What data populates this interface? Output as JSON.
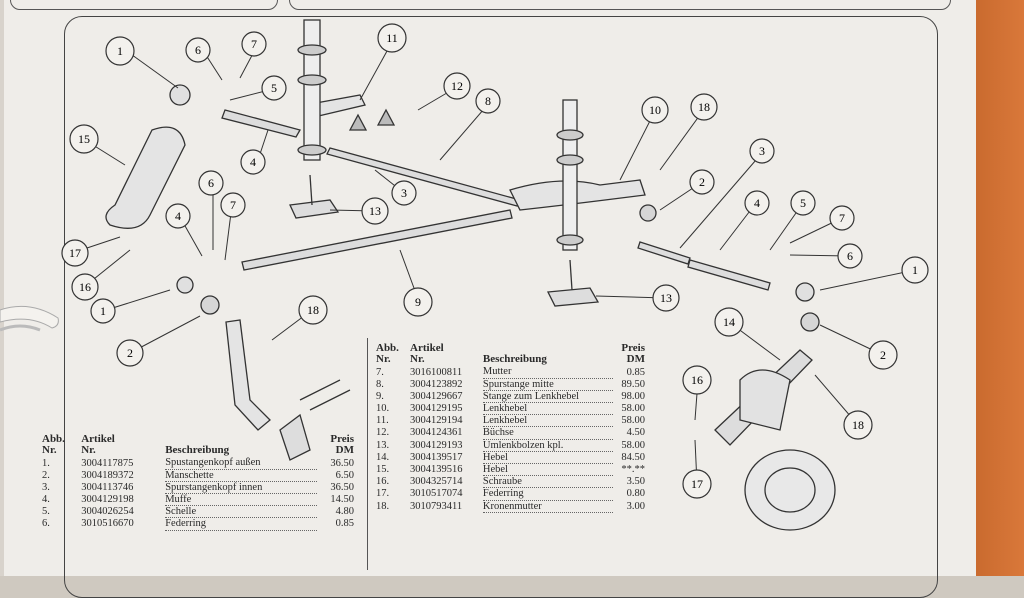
{
  "callouts": [
    "1",
    "2",
    "3",
    "4",
    "5",
    "6",
    "7",
    "8",
    "9",
    "10",
    "11",
    "12",
    "13",
    "14",
    "15",
    "16",
    "17",
    "18"
  ],
  "table_left": {
    "headers": {
      "abb": "Abb.",
      "abb2": "Nr.",
      "artikel": "Artikel",
      "artikel2": "Nr.",
      "beschreibung": "Beschreibung",
      "preis": "Preis",
      "preis2": "DM"
    },
    "rows": [
      {
        "nr": "1.",
        "artikel": "3004117875",
        "beschreibung": "Spustangenkopf außen",
        "preis": "36.50"
      },
      {
        "nr": "2.",
        "artikel": "3004189372",
        "beschreibung": "Manschette",
        "preis": "6.50"
      },
      {
        "nr": "3.",
        "artikel": "3004113746",
        "beschreibung": "Spurstangenkopf innen",
        "preis": "36.50"
      },
      {
        "nr": "4.",
        "artikel": "3004129198",
        "beschreibung": "Muffe",
        "preis": "14.50"
      },
      {
        "nr": "5.",
        "artikel": "3004026254",
        "beschreibung": "Schelle",
        "preis": "4.80"
      },
      {
        "nr": "6.",
        "artikel": "3010516670",
        "beschreibung": "Federring",
        "preis": "0.85"
      }
    ]
  },
  "table_right": {
    "headers": {
      "abb": "Abb.",
      "abb2": "Nr.",
      "artikel": "Artikel",
      "artikel2": "Nr.",
      "beschreibung": "Beschreibung",
      "preis": "Preis",
      "preis2": "DM"
    },
    "rows": [
      {
        "nr": "7.",
        "artikel": "3016100811",
        "beschreibung": "Mutter",
        "preis": "0.85"
      },
      {
        "nr": "8.",
        "artikel": "3004123892",
        "beschreibung": "Spurstange mitte",
        "preis": "89.50"
      },
      {
        "nr": "9.",
        "artikel": "3004129667",
        "beschreibung": "Stange zum Lenkhebel",
        "preis": "98.00"
      },
      {
        "nr": "10.",
        "artikel": "3004129195",
        "beschreibung": "Lenkhebel",
        "preis": "58.00"
      },
      {
        "nr": "11.",
        "artikel": "3004129194",
        "beschreibung": "Lenkhebel",
        "preis": "58.00"
      },
      {
        "nr": "12.",
        "artikel": "3004124361",
        "beschreibung": "Büchse",
        "preis": "4.50"
      },
      {
        "nr": "13.",
        "artikel": "3004129193",
        "beschreibung": "Umlenkbolzen kpl.",
        "preis": "58.00"
      },
      {
        "nr": "14.",
        "artikel": "3004139517",
        "beschreibung": "Hebel",
        "preis": "84.50"
      },
      {
        "nr": "15.",
        "artikel": "3004139516",
        "beschreibung": "Hebel",
        "preis": "**.**"
      },
      {
        "nr": "16.",
        "artikel": "3004325714",
        "beschreibung": "Schraube",
        "preis": "3.50"
      },
      {
        "nr": "17.",
        "artikel": "3010517074",
        "beschreibung": "Federring",
        "preis": "0.80"
      },
      {
        "nr": "18.",
        "artikel": "3010793411",
        "beschreibung": "Kronenmutter",
        "preis": "3.00"
      }
    ]
  },
  "colors": {
    "paper": "#efede9",
    "ink": "#2a2a2a",
    "orange": "#d9783a"
  }
}
